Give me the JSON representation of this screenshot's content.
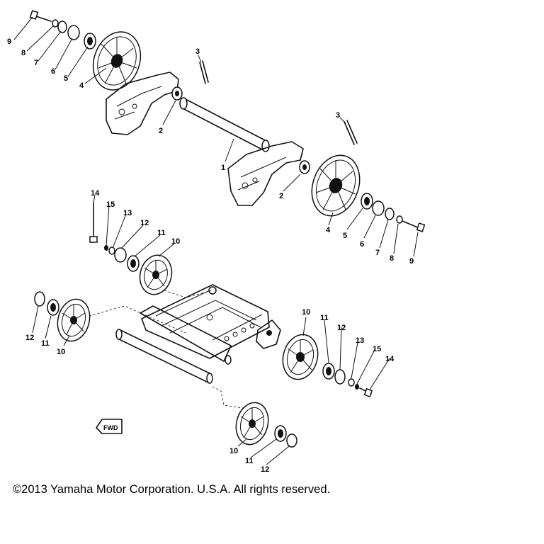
{
  "diagram": {
    "callouts": {
      "c1": "1",
      "c2a": "2",
      "c2b": "2",
      "c3a": "3",
      "c3b": "3",
      "c4a": "4",
      "c4b": "4",
      "c5a": "5",
      "c5b": "5",
      "c6a": "6",
      "c6b": "6",
      "c7a": "7",
      "c7b": "7",
      "c8a": "8",
      "c8b": "8",
      "c9a": "9",
      "c9b": "9",
      "c10a": "10",
      "c10b": "10",
      "c10c": "10",
      "c10d": "10",
      "c11a": "11",
      "c11b": "11",
      "c11c": "11",
      "c11d": "11",
      "c12a": "12",
      "c12b": "12",
      "c12c": "12",
      "c12d": "12",
      "c13a": "13",
      "c13b": "13",
      "c14a": "14",
      "c14b": "14",
      "c15a": "15",
      "c15b": "15"
    },
    "fwd_label": "FWD"
  },
  "footer": {
    "copyright": "©2013 Yamaha Motor Corporation. U.S.A. All rights reserved."
  }
}
